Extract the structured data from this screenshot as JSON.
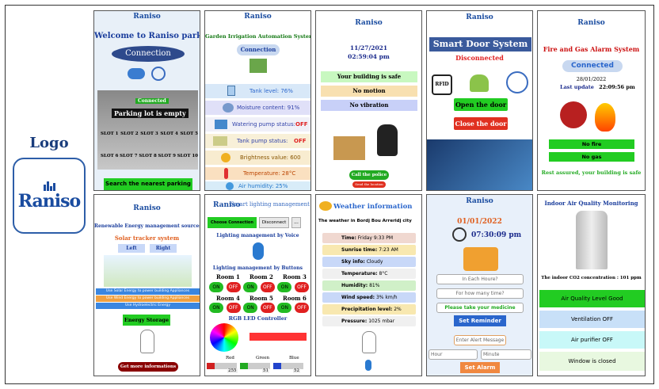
{
  "logo": {
    "title": "Logo",
    "brand": "Raniso"
  },
  "colors": {
    "brand": "#1a4ca0",
    "green": "#22cc22",
    "red": "#e03020"
  },
  "panels": {
    "parking": {
      "title": "Welcome to Raniso parking",
      "connection": "Connection",
      "status": "Connected",
      "lot": "Parking lot is empty",
      "slots_row1": [
        "SLOT 1",
        "SLOT 2",
        "SLOT 3",
        "SLOT 4",
        "SLOT 5"
      ],
      "slots_row2": [
        "SLOT 6",
        "SLOT 7",
        "SLOT 8",
        "SLOT 9",
        "SLOT 10"
      ],
      "search": "Search the nearest parking"
    },
    "garden": {
      "title": "Garden Irrigation Automation System",
      "connection": "Connection",
      "tank_level": "Tank level: 76%",
      "moisture": "Moisture content: 91%",
      "pump_label": "Watering pump status: ",
      "pump_value": "OFF",
      "tank_pump_label": "Tank pump status: ",
      "tank_pump_value": "OFF",
      "brightness": "Brightness value: 600",
      "temperature": "Temperature: 28°C",
      "humidity": "Air humidity: 25%"
    },
    "security": {
      "date": "11/27/2021",
      "time": "02:59:04 pm",
      "safe": "Your building is safe",
      "motion": "No motion",
      "vibration": "No vibration",
      "police": "Call the police",
      "location": "Send the location"
    },
    "door": {
      "title": "Smart Door System",
      "status": "Disconnected",
      "rfid": "RFID",
      "open": "Open the door",
      "close": "Close the door"
    },
    "fire": {
      "title": "Fire and Gas Alarm System",
      "connection": "Connected",
      "date": "28/01/2022",
      "last_update_label": "Last update",
      "last_update_time": "22:09:56 pm",
      "fire": "No fire",
      "gas": "No gas",
      "message": "Rest assured, your building is safe"
    },
    "energy": {
      "title": "Renewable Energy management sources",
      "tracker": "Solar tracker system",
      "left": "Left",
      "right": "Right",
      "solar": "Use Solar Energy to power building Appliances",
      "wind": "Use Wind Energy to power building Appliances",
      "hydro": "Use Hydroelectric Energy",
      "storage": "Energy Storage",
      "info": "Get more informations"
    },
    "lighting": {
      "title": "Smart lighting management",
      "choose": "Choose Connection",
      "disconnect": "Disconnect",
      "more": "...",
      "voice": "Lighting management by Voice",
      "buttons": "Lighting management by Buttons",
      "rooms": [
        "Room 1",
        "Room 2",
        "Room 3",
        "Room 4",
        "Room 5",
        "Room 6"
      ],
      "on": "ON",
      "off": "OFF",
      "rgb": "RGB LED Controller",
      "red_label": "Red",
      "green_label": "Green",
      "blue_label": "Blue",
      "red_value": "255",
      "green_value": "51",
      "blue_value": "52"
    },
    "weather": {
      "title": "Weather information",
      "city": "The weather in Bordj Bou Arreridj city",
      "rows": [
        {
          "label": "Time:",
          "value": "Friday 9:33 PM"
        },
        {
          "label": "Sunrise time:",
          "value": "7:23 AM"
        },
        {
          "label": "Sky info:",
          "value": "Cloudy"
        },
        {
          "label": "Temperature:",
          "value": "8°C"
        },
        {
          "label": "Humidity:",
          "value": "81%"
        },
        {
          "label": "Wind speed:",
          "value": "3% km/h"
        },
        {
          "label": "Precipitation level:",
          "value": "2%"
        },
        {
          "label": "Pressure:",
          "value": "1025 mbar"
        }
      ]
    },
    "medicine": {
      "date": "01/01/2022",
      "time": "07:30:09 pm",
      "hour_placeholder": "In Each Houre?",
      "times_placeholder": "For how many time?",
      "take": "Please take your medicine",
      "set_reminder": "Set Reminder",
      "alert_placeholder": "Enter Alert Message",
      "hour": "Hour",
      "minute": "Minute",
      "set_alarm": "Set Alarm"
    },
    "air": {
      "title": "Indoor Air Quality Monitoring",
      "co2": "The indoor CO2 concentration : 101 ppm",
      "level": "Air Quality Level Good",
      "ventilation": "Ventilation OFF",
      "purifier": "Air purifier OFF",
      "window": "Window is closed"
    }
  }
}
